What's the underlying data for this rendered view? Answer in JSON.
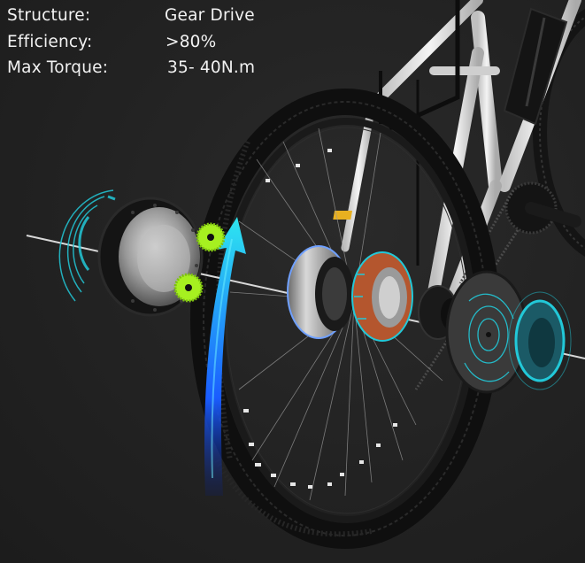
{
  "specs": [
    {
      "label": "Structure:",
      "value": "Gear Drive",
      "value_x": 178
    },
    {
      "label": "Efficiency:",
      "value": ">80%",
      "value_x": 179
    },
    {
      "label": "Max Torque:",
      "value": "35- 40N.m",
      "value_x": 181
    }
  ],
  "illustration": {
    "subject": "e-bike rear wheel with exploded gear-drive hub motor",
    "components": [
      "hub-cover",
      "planetary-gears",
      "rotation-arrow",
      "magnet-rotor",
      "stator-coil",
      "freewheel-cassette",
      "side-cover",
      "brake-disc"
    ],
    "colors": {
      "background": "#222222",
      "text": "#f2f2f2",
      "gear_green": "#a6f020",
      "arrow_cyan": "#2ee6f0",
      "arrow_blue": "#1a5cff",
      "hud_cyan": "#22c8d8",
      "stator_copper": "#b4562e",
      "frame_white": "#e8e8e8",
      "reflector_amber": "#e8b020"
    }
  }
}
